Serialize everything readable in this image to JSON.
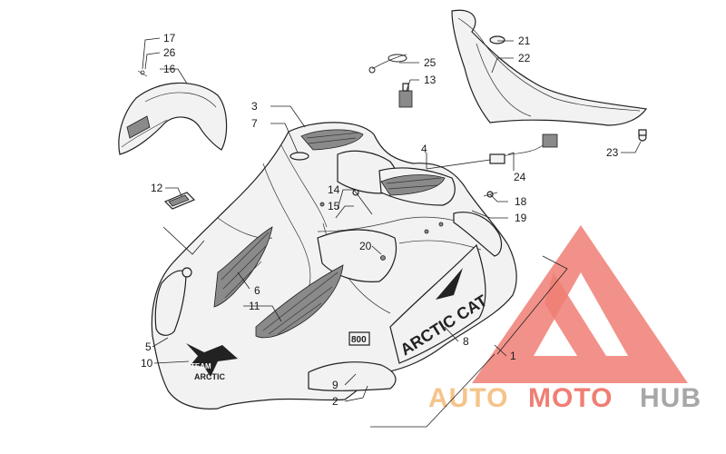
{
  "callouts": {
    "c17": "17",
    "c26": "26",
    "c16": "16",
    "c3": "3",
    "c7": "7",
    "c25": "25",
    "c13": "13",
    "c21": "21",
    "c22": "22",
    "c4": "4",
    "c24": "24",
    "c23": "23",
    "c12": "12",
    "c14": "14",
    "c15": "15",
    "c18": "18",
    "c19": "19",
    "c20": "20",
    "c6": "6",
    "c11": "11",
    "c5": "5",
    "c10": "10",
    "c8": "8",
    "c1": "1",
    "c9": "9",
    "c2": "2"
  },
  "decals": {
    "brand": "ARCTIC CAT",
    "team": "TEAM",
    "arctic": "ARCTIC",
    "model": "800"
  },
  "watermark": {
    "part1": "AUTO",
    "part2": "MOTO",
    "part3": "HUB",
    "color_red": "#f07e74",
    "color_orange": "#f5c48a",
    "color_gray": "#a7a7a7"
  }
}
